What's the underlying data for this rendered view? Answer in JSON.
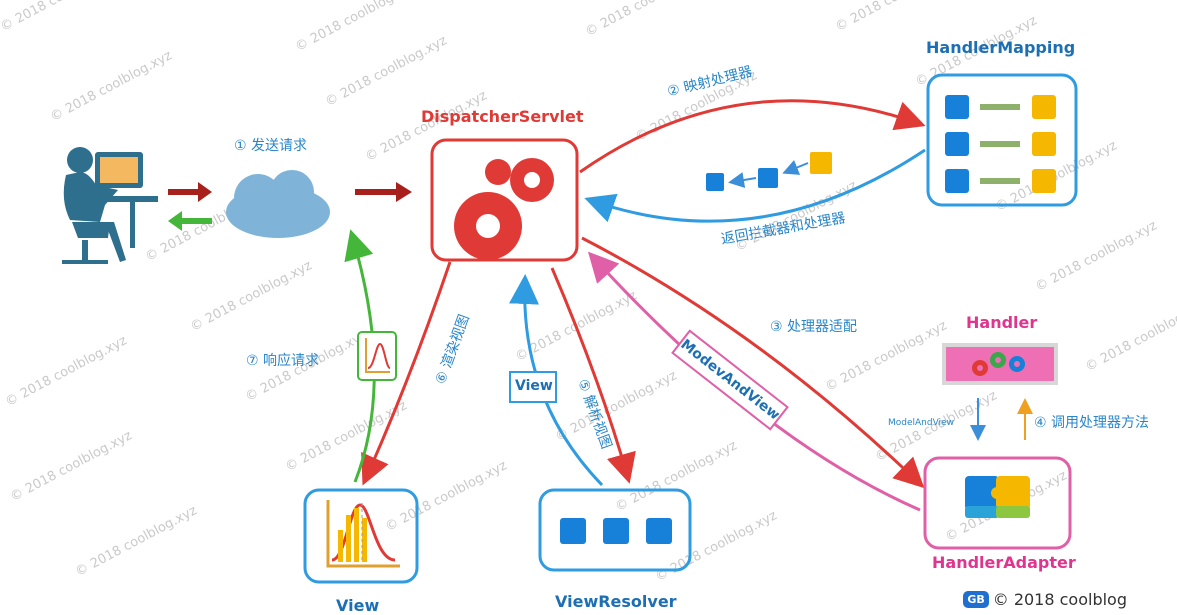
{
  "nodes": {
    "dispatcher": "DispatcherServlet",
    "handler_mapping": "HandlerMapping",
    "handler": "Handler",
    "handler_adapter": "HandlerAdapter",
    "view_resolver": "ViewResolver",
    "view": "View"
  },
  "steps": {
    "s1": "① 发送请求",
    "s2": "② 映射处理器",
    "s2_return": "返回拦截器和处理器",
    "s3": "③ 处理器适配",
    "s4": "④ 调用处理器方法",
    "s4_return": "ModelAndView",
    "s5": "⑤ 解析视图",
    "s6": "⑥ 渲染视图",
    "s7": "⑦ 响应请求"
  },
  "arrow_labels": {
    "modev": "ModevAndView",
    "view_tag": "View"
  },
  "watermark": "© 2018 coolblog.xyz",
  "footer": {
    "badge": "GB",
    "text": "© 2018 coolblog"
  },
  "colors": {
    "red": "#e03a36",
    "blue": "#2f9be0",
    "green": "#44b63a",
    "pink": "#e060a8",
    "dark_red": "#a8201b"
  }
}
